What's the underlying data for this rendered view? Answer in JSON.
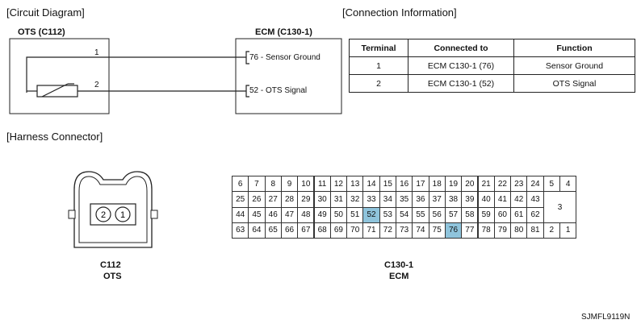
{
  "circuit": {
    "section_title": "[Circuit Diagram]",
    "ots_label": "OTS (C112)",
    "ecm_label": "ECM (C130-1)",
    "wire1_pin": "1",
    "wire2_pin": "2",
    "ecm_pin1": "76 - Sensor Ground",
    "ecm_pin2": "52 - OTS Signal"
  },
  "connection": {
    "section_title": "[Connection Information]",
    "headers": [
      "Terminal",
      "Connected to",
      "Function"
    ],
    "rows": [
      [
        "1",
        "ECM C130-1 (76)",
        "Sensor Ground"
      ],
      [
        "2",
        "ECM C130-1 (52)",
        "OTS Signal"
      ]
    ]
  },
  "harness": {
    "section_title": "[Harness Connector]",
    "c112_pins": [
      "2",
      "1"
    ],
    "c112_code": "C112",
    "c112_name": "OTS",
    "ecm_code": "C130-1",
    "ecm_name": "ECM",
    "ecm_rows": [
      [
        "6",
        "7",
        "8",
        "9",
        "10",
        "11",
        "12",
        "13",
        "14",
        "15",
        "16",
        "17",
        "18",
        "19",
        "20",
        "21",
        "22",
        "23",
        "24",
        "5",
        "4"
      ],
      [
        "25",
        "26",
        "27",
        "28",
        "29",
        "30",
        "31",
        "32",
        "33",
        "34",
        "35",
        "36",
        "37",
        "38",
        "39",
        "40",
        "41",
        "42",
        "43"
      ],
      [
        "44",
        "45",
        "46",
        "47",
        "48",
        "49",
        "50",
        "51",
        "52",
        "53",
        "54",
        "55",
        "56",
        "57",
        "58",
        "59",
        "60",
        "61",
        "62"
      ],
      [
        "63",
        "64",
        "65",
        "66",
        "67",
        "68",
        "69",
        "70",
        "71",
        "72",
        "73",
        "74",
        "75",
        "76",
        "77",
        "78",
        "79",
        "80",
        "81",
        "2",
        "1"
      ]
    ],
    "ecm_big_pin": "3",
    "highlighted_pins": [
      "52",
      "76"
    ],
    "highlight_color": "#8fc4dc"
  },
  "figure_code": "SJMFL9119N"
}
